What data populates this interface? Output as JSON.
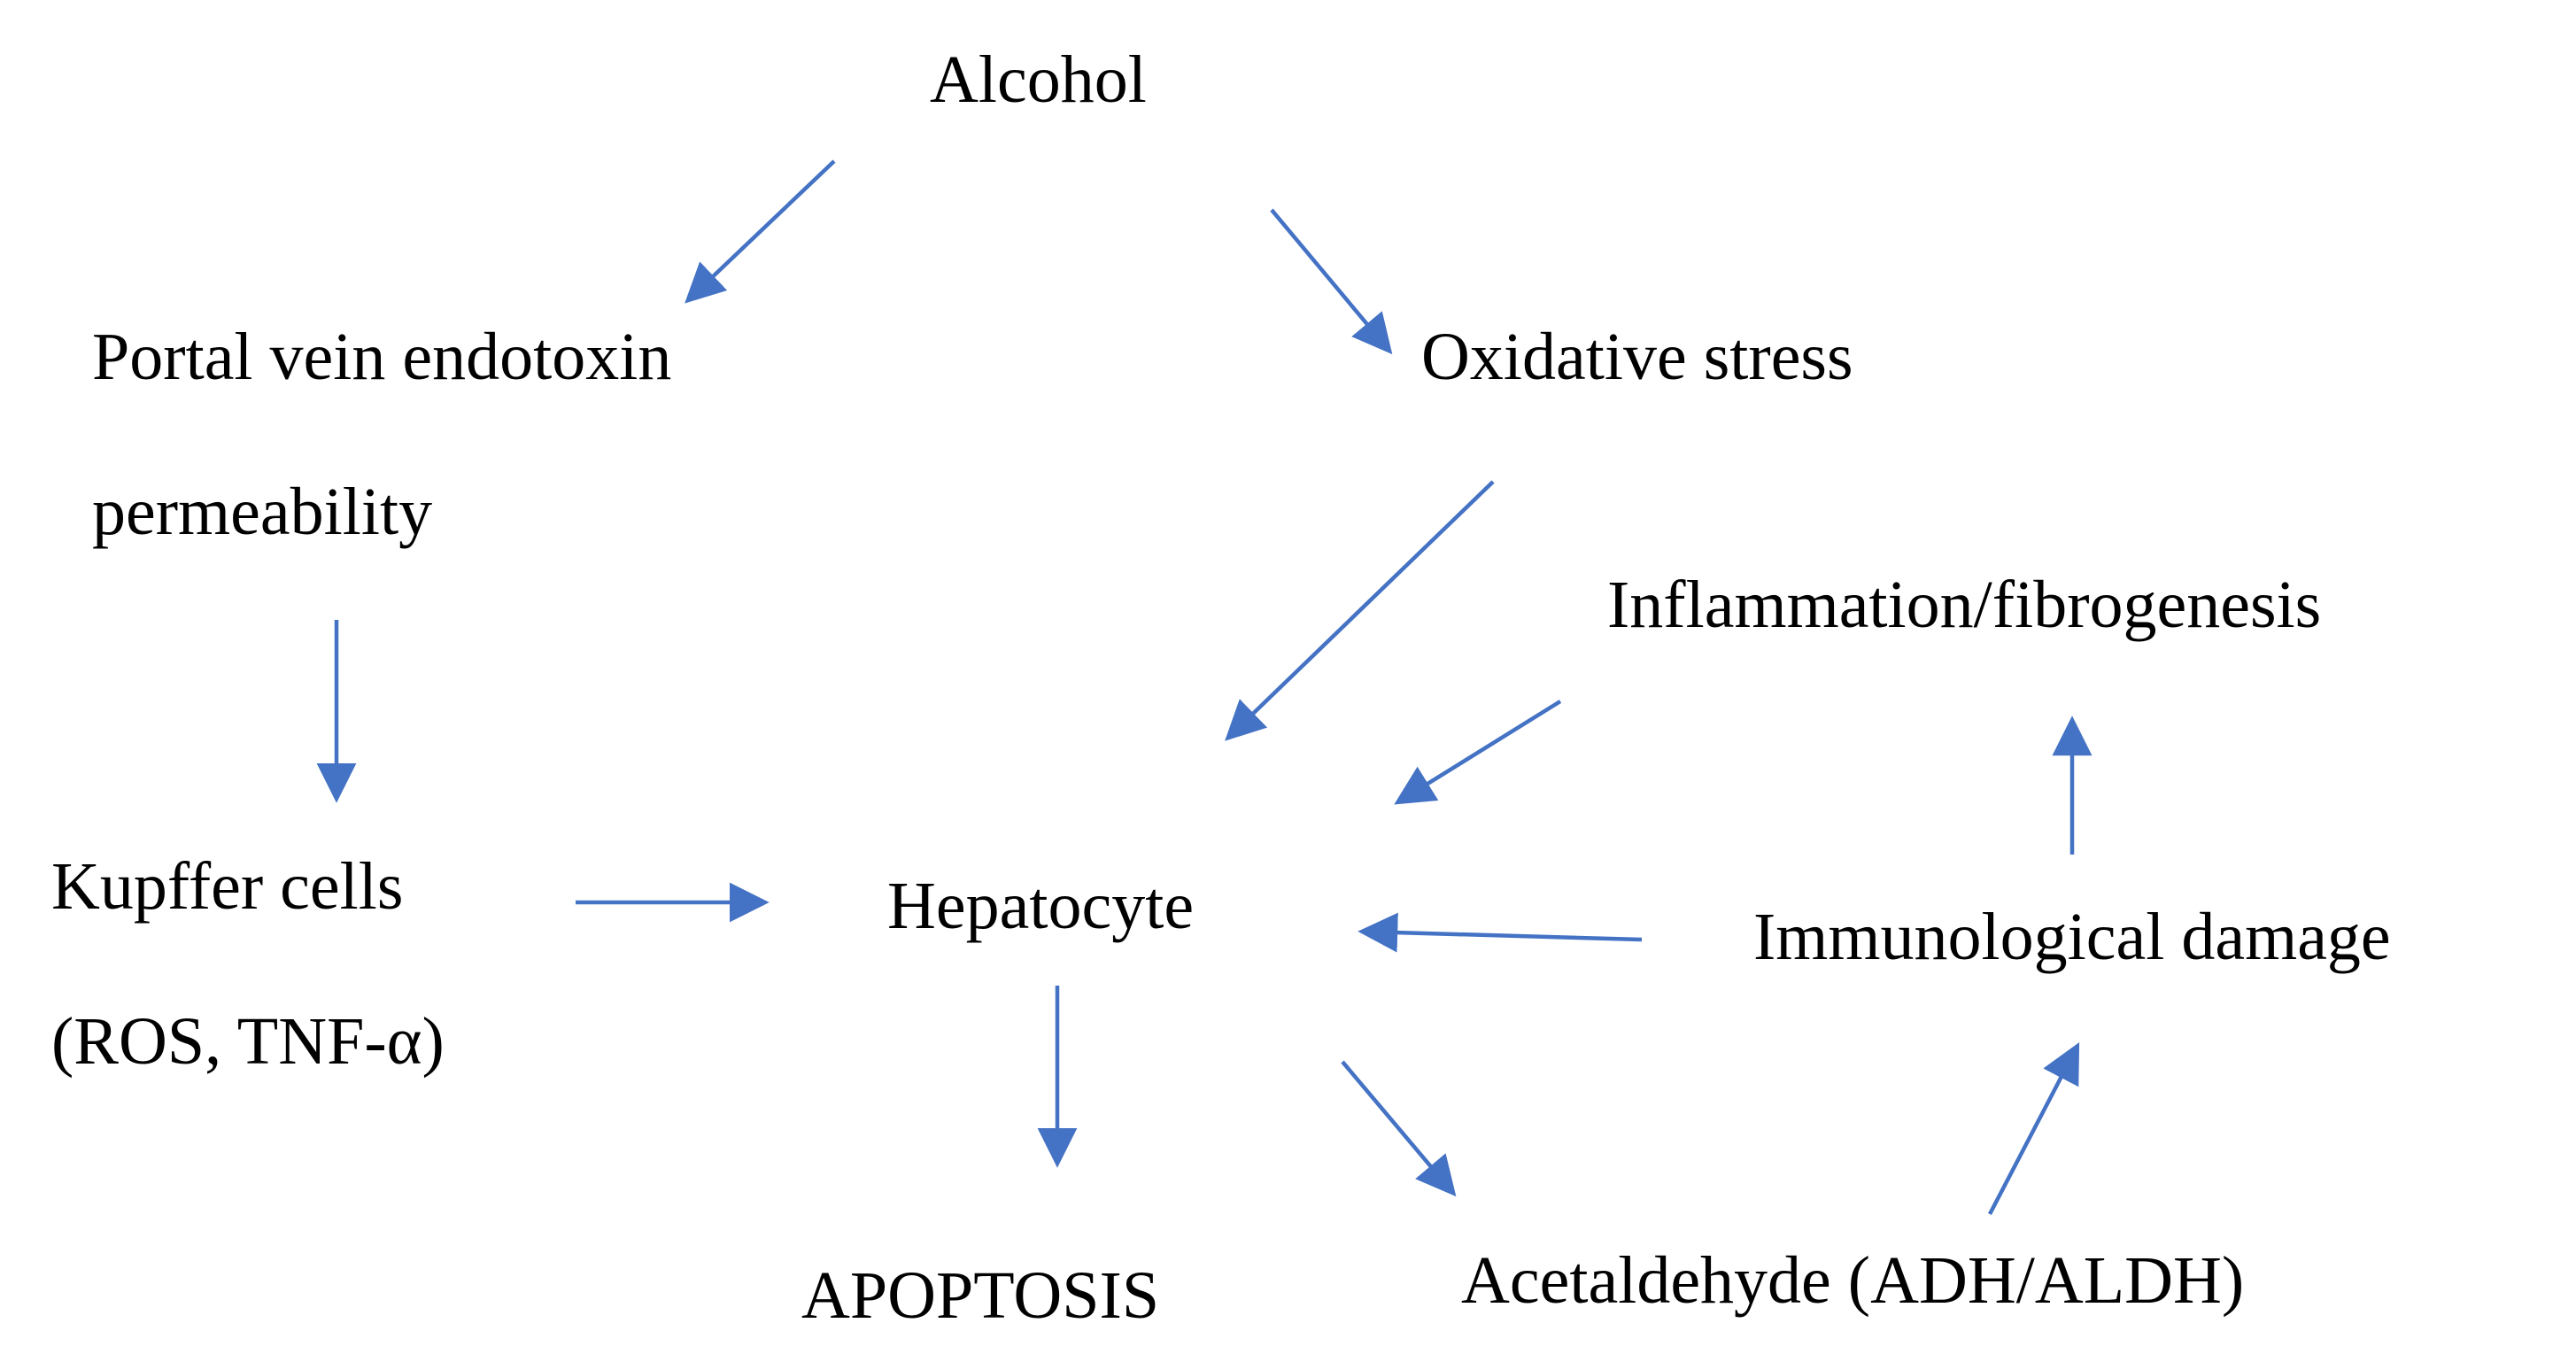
{
  "diagram": {
    "arrow_color": "#4472C4",
    "nodes": {
      "alcohol": "Alcohol",
      "portal_line1": "Portal vein endotoxin",
      "portal_line2": "permeability",
      "oxidative_stress": "Oxidative stress",
      "inflammation": "Inflammation/fibrogenesis",
      "kupffer_line1": "Kupffer cells",
      "kupffer_line2": "(ROS, TNF-α)",
      "hepatocyte": "Hepatocyte",
      "immunological": "Immunological damage",
      "apoptosis": "APOPTOSIS",
      "acetaldehyde": "Acetaldehyde (ADH/ALDH)"
    },
    "edges": [
      {
        "from": "Alcohol",
        "to": "Portal vein endotoxin permeability"
      },
      {
        "from": "Alcohol",
        "to": "Oxidative stress"
      },
      {
        "from": "Portal vein endotoxin permeability",
        "to": "Kupffer cells (ROS, TNF-α)"
      },
      {
        "from": "Oxidative stress",
        "to": "Hepatocyte"
      },
      {
        "from": "Inflammation/fibrogenesis",
        "to": "Hepatocyte"
      },
      {
        "from": "Kupffer cells (ROS, TNF-α)",
        "to": "Hepatocyte"
      },
      {
        "from": "Immunological damage",
        "to": "Hepatocyte"
      },
      {
        "from": "Immunological damage",
        "to": "Inflammation/fibrogenesis"
      },
      {
        "from": "Hepatocyte",
        "to": "APOPTOSIS"
      },
      {
        "from": "Hepatocyte",
        "to": "Acetaldehyde (ADH/ALDH)"
      },
      {
        "from": "Acetaldehyde (ADH/ALDH)",
        "to": "Immunological damage"
      }
    ]
  }
}
